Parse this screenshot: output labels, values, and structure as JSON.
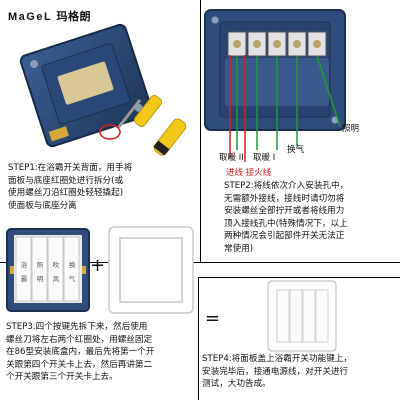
{
  "brand": {
    "latin": "MaGeL",
    "chinese": "玛格朗"
  },
  "panel1_buttons": [
    {
      "top": "浴",
      "bottom": "霸"
    },
    {
      "top": "照",
      "bottom": "明"
    },
    {
      "top": "吹",
      "bottom": "风"
    },
    {
      "top": "换",
      "bottom": "气"
    }
  ],
  "plus_sign": "+",
  "equals_sign": "=",
  "wiring": {
    "labels": {
      "lamp2": "取暖 II",
      "lamp1": "取暖 I",
      "vent": "换气",
      "light": "照明",
      "live_in": "进线 接火线"
    }
  },
  "steps": {
    "step1": [
      "STEP1:在浴霸开关背面，用手将",
      "面板与底座红圈处进行拆分(或",
      "使用螺丝刀沿红圈处轻轻撬起)",
      "使面板与底座分离"
    ],
    "step2": [
      "STEP2:将线依次介入安装孔中，",
      "无需额外接线，接线时请切勿将",
      "安装螺丝全部拧开或者将线用力",
      "顶入接线孔中(特殊情况下，以上",
      "两种情况会引起部件开关无法正",
      "常使用)"
    ],
    "step3": [
      "STEP3:四个按键先拆下来，然后使用",
      "螺丝刀将左右两个红圈处，用螺丝固定",
      "在86型安装底盒内，最后先将第一个开",
      "关跟第四个开关卡上去，然后再讲第二",
      "个开关跟第三个开关卡上去。"
    ],
    "step4": [
      "STEP4:将面板盖上浴霸开关功能键上，",
      "安装完毕后，接通电源线，对开关进行",
      "测试，大功告成。"
    ]
  },
  "colors": {
    "panel_blue": "#2f4d7a",
    "wire_red": "#d32020",
    "wire_green": "#1f9a3a",
    "screwdriver_yellow": "#f2c81b"
  }
}
